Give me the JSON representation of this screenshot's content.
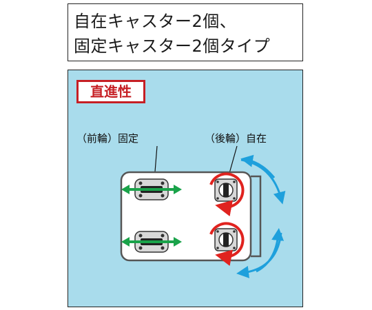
{
  "title": {
    "line1": "自在キャスター2個、",
    "line2": "固定キャスター2個タイプ"
  },
  "badge": {
    "text": "直進性"
  },
  "labels": {
    "front": "（前輪）固定",
    "rear": "（後輪）自在"
  },
  "colors": {
    "background": "#a9dcec",
    "badge_red": "#c61f24",
    "green_arrow": "#1aa34a",
    "blue_arrow": "#1ea0dc",
    "red_arrow": "#e0231f"
  }
}
